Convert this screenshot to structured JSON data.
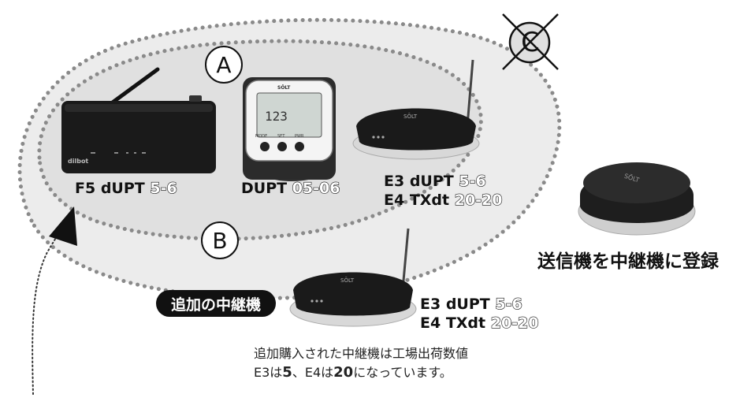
{
  "labels": {
    "circle_a": "A",
    "circle_b": "B",
    "circle_c": "C",
    "f5": {
      "prefix": "F5 dUPT ",
      "value": "5-6"
    },
    "dupt": {
      "prefix": "DUPT ",
      "value": "05-06"
    },
    "e3_top": {
      "prefix": "E3 dUPT ",
      "value": "5-6"
    },
    "e4_top": {
      "prefix": "E4 TXdt ",
      "value": "20-20"
    },
    "e3_bottom": {
      "prefix": "E3 dUPT ",
      "value": "5-6"
    },
    "e4_bottom": {
      "prefix": "E4 TXdt ",
      "value": "20-20"
    },
    "additional_repeater": "追加の中継機",
    "register_title": "送信機を中継機に登録",
    "note_line1": "追加購入された中継機は工場出荷数値",
    "note_line2_a": "E3は",
    "note_line2_b": "5",
    "note_line2_c": "、E4は",
    "note_line2_d": "20",
    "note_line2_e": "になっています。"
  },
  "device_text": {
    "brand": "SŌLT",
    "pager_brand": "dilbot",
    "watch_display": "123",
    "watch_mode": "MODE",
    "watch_set": "SET",
    "watch_pwr": "PWR"
  },
  "colors": {
    "region_fill": "#e6e6e6",
    "dots": "#888888",
    "device": "#1a1a1a",
    "outline": "#111111"
  },
  "icons": [
    "crossed-out-c-icon",
    "pointer-arrow-icon",
    "antenna-icon"
  ]
}
